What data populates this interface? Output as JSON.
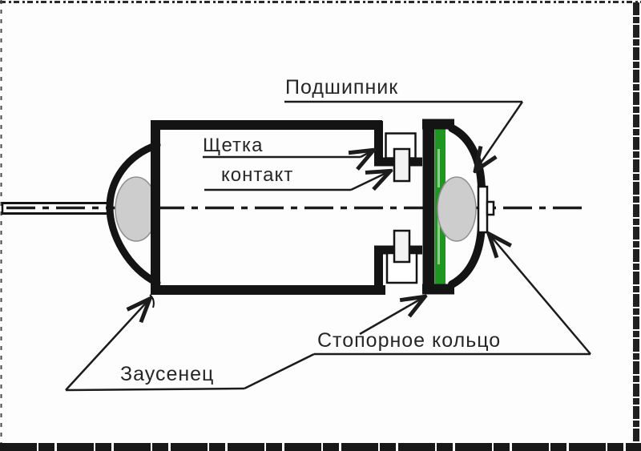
{
  "diagram": {
    "labels": {
      "bearing": "Подшипник",
      "brush": "Щетка",
      "contact": "контакт",
      "retaining_ring": "Стопорное кольцо",
      "burr": "Заусенец"
    },
    "colors": {
      "line": "#1c1c1c",
      "retaining_ring_green": "#1f961f",
      "retaining_ring_highlight": "#8fd08f",
      "bearing_gray": "#cdcdcd",
      "background": "#fdfdfd"
    }
  }
}
